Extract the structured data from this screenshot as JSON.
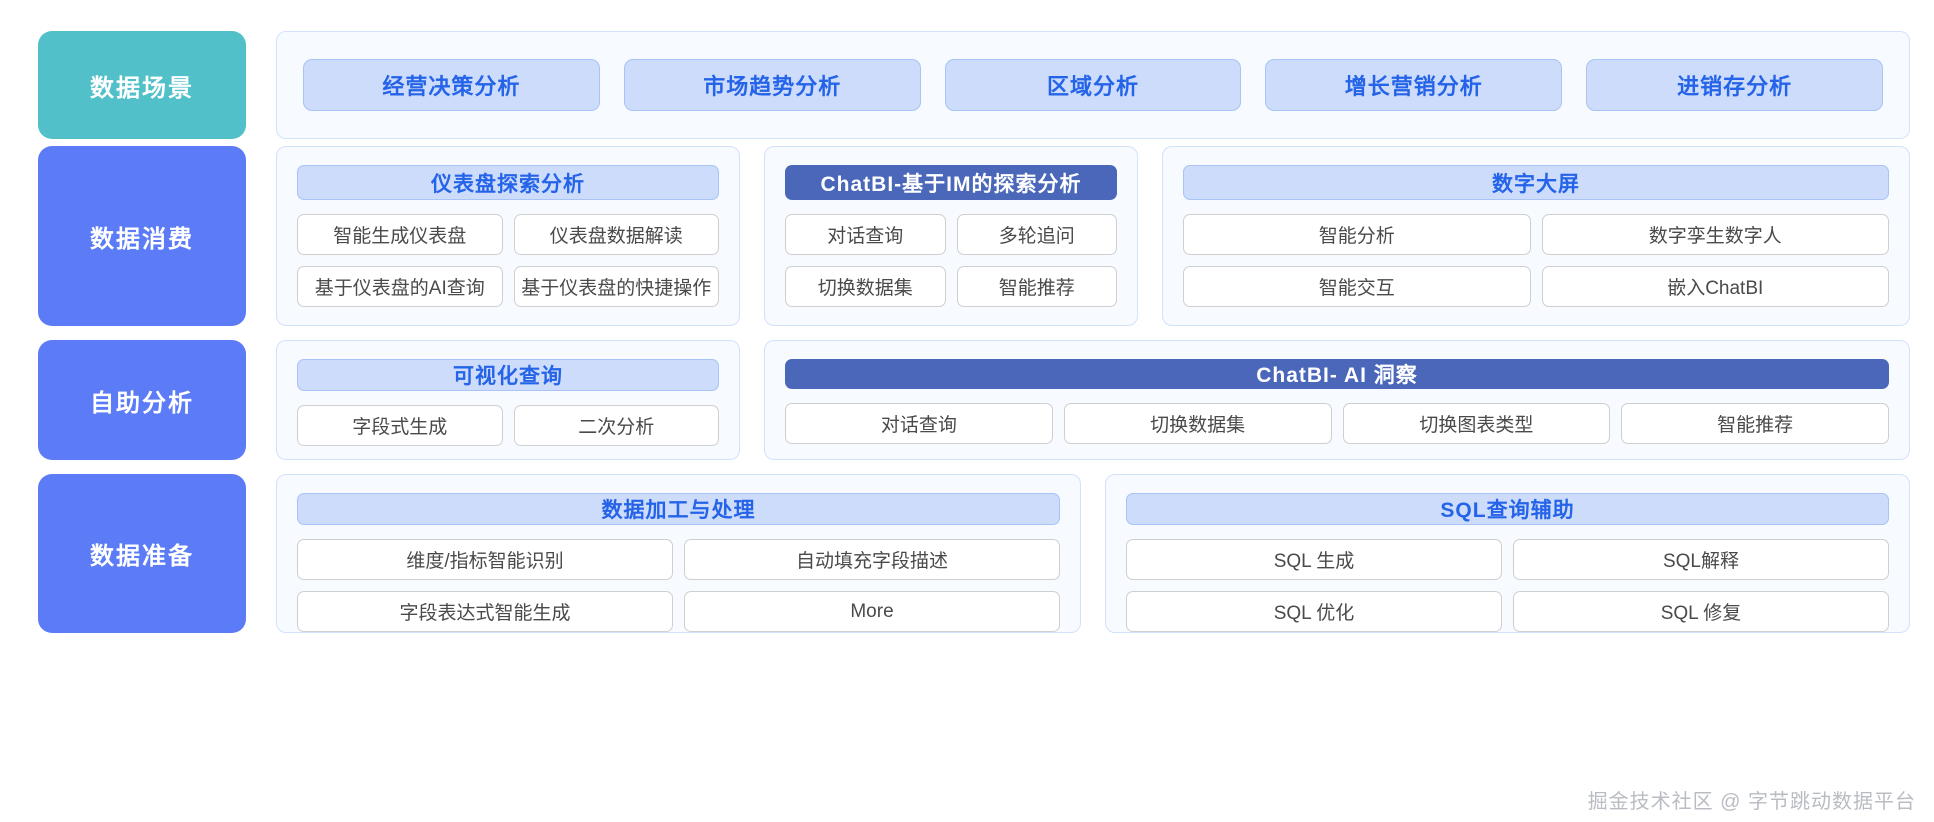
{
  "colors": {
    "stage_teal": "#52C0C8",
    "stage_blue": "#5C7CF7",
    "pill_fill": "#CCDCFA",
    "pill_border": "#A9C4F4",
    "pill_text": "#2563E8",
    "header_dark": "#4B67B9",
    "panel_fill": "#F7FAFF",
    "panel_border": "#D3E2FB",
    "chip_text": "#4A4A4A",
    "watermark": "#B9BCC2"
  },
  "rows": [
    {
      "stage_label": "数据场景",
      "scenarios": [
        "经营决策分析",
        "市场趋势分析",
        "区域分析",
        "增长营销分析",
        "进销存分析"
      ]
    },
    {
      "stage_label": "数据消费",
      "cards": [
        {
          "title": "仪表盘探索分析",
          "title_style": "light",
          "items": [
            "智能生成仪表盘",
            "仪表盘数据解读",
            "基于仪表盘的AI查询",
            "基于仪表盘的快捷操作"
          ]
        },
        {
          "title": "ChatBI-基于IM的探索分析",
          "title_style": "dark",
          "items": [
            "对话查询",
            "多轮追问",
            "切换数据集",
            "智能推荐"
          ]
        },
        {
          "title": "数字大屏",
          "title_style": "light",
          "items": [
            "智能分析",
            "数字孪生数字人",
            "智能交互",
            "嵌入ChatBI"
          ]
        }
      ]
    },
    {
      "stage_label": "自助分析",
      "cards": [
        {
          "title": "可视化查询",
          "title_style": "light",
          "items": [
            "字段式生成",
            "二次分析"
          ]
        },
        {
          "title": "ChatBI- AI 洞察",
          "title_style": "dark",
          "items": [
            "对话查询",
            "切换数据集",
            "切换图表类型",
            "智能推荐"
          ]
        }
      ]
    },
    {
      "stage_label": "数据准备",
      "cards": [
        {
          "title": "数据加工与处理",
          "title_style": "light",
          "items": [
            "维度/指标智能识别",
            "自动填充字段描述",
            "字段表达式智能生成",
            "More"
          ]
        },
        {
          "title": "SQL查询辅助",
          "title_style": "light",
          "items": [
            "SQL 生成",
            "SQL解释",
            "SQL 优化",
            "SQL 修复"
          ]
        }
      ]
    }
  ],
  "watermark": "掘金技术社区 @ 字节跳动数据平台"
}
